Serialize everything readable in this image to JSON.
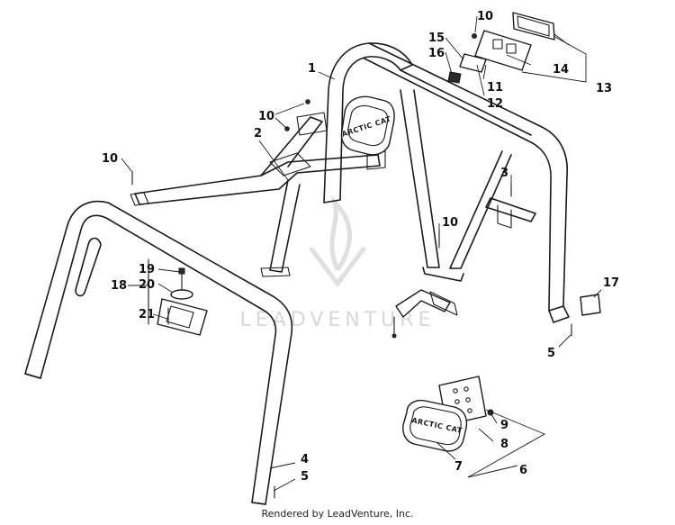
{
  "watermark": {
    "brand": "LEADVENTURE"
  },
  "badges": {
    "left": "ARCTIC CAT",
    "right": "ARCTIC CAT"
  },
  "callouts": [
    "1",
    "2",
    "3",
    "4",
    "5",
    "5",
    "6",
    "7",
    "8",
    "9",
    "10",
    "10",
    "10",
    "10",
    "11",
    "12",
    "13",
    "14",
    "15",
    "16",
    "17",
    "18",
    "19",
    "20",
    "21"
  ],
  "footer": {
    "text": "Rendered by LeadVenture, Inc."
  },
  "colors": {
    "line": "#1a1a1a",
    "watermark": "#d8d8d8"
  }
}
